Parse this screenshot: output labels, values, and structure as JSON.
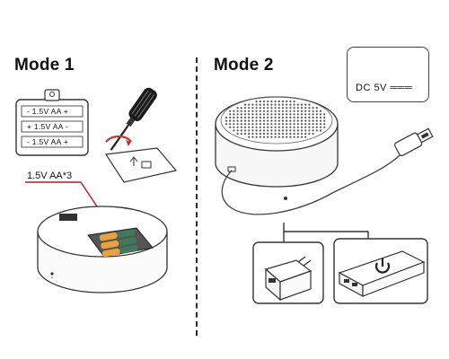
{
  "mode1": {
    "title": "Mode 1",
    "battery_slots": [
      "- 1.5V AA +",
      "+ 1.5V AA -",
      "- 1.5V AA +"
    ],
    "callout": "1.5V AA*3"
  },
  "mode2": {
    "title": "Mode 2",
    "spec": "DC 5V ═══",
    "power_options": [
      "wall adapter",
      "power bank"
    ]
  },
  "icons": [
    "screwdriver-icon",
    "battery-holder-icon",
    "usb-plug-icon",
    "wall-adapter-icon",
    "power-bank-icon",
    "plug-symbol-icon"
  ]
}
